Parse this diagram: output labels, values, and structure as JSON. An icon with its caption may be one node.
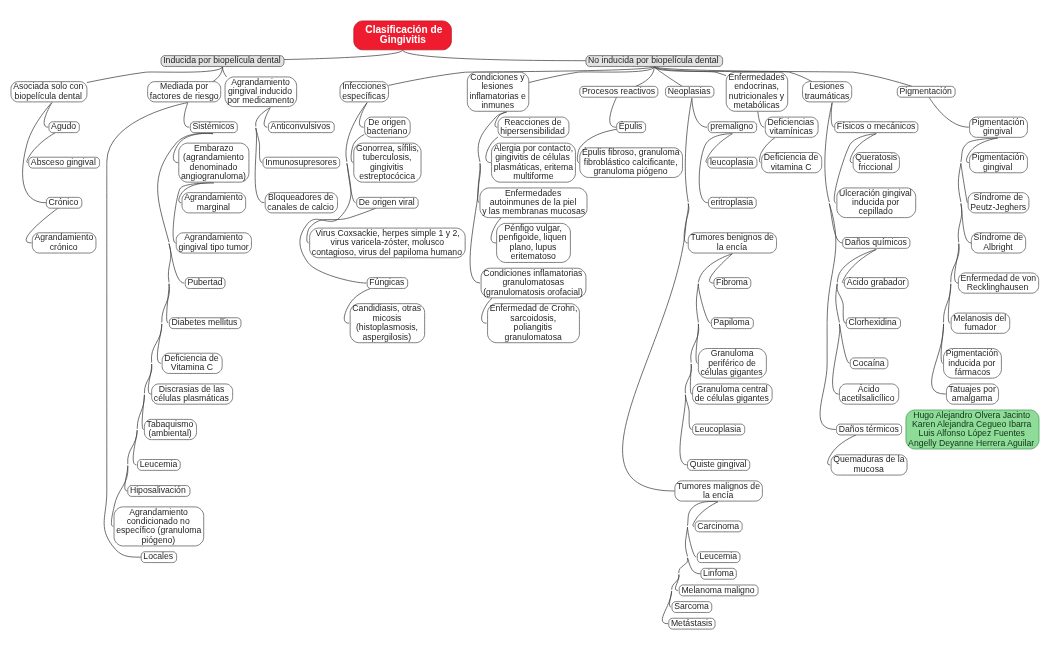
{
  "diagram": {
    "nodes": [
      {
        "text": [
          "Clasificación de Gingivitis"
        ]
      },
      {
        "text": [
          "Inducida por biopelícula dental"
        ]
      },
      {
        "text": [
          "Asociada solo con biopelícula dental"
        ]
      },
      {
        "text": [
          "Agudo"
        ]
      },
      {
        "text": [
          "Absceso gingival"
        ]
      },
      {
        "text": [
          "Crónico"
        ]
      },
      {
        "text": [
          "Agrandamiento crónico"
        ]
      },
      {
        "text": [
          "Mediada por factores de riesgo"
        ]
      },
      {
        "text": [
          "Sistémicos"
        ]
      },
      {
        "text": [
          "Embarazo (agrandamiento denominado angiogranuloma)"
        ]
      },
      {
        "text": [
          "Agrandamiento marginal"
        ]
      },
      {
        "text": [
          "Agrandamiento gingival tipo tumor"
        ]
      },
      {
        "text": [
          "Pubertad"
        ]
      },
      {
        "text": [
          "Diabetes mellitus"
        ]
      },
      {
        "text": [
          "Deficiencia de Vitamina C"
        ]
      },
      {
        "text": [
          "Discrasias de las células plasmáticas"
        ]
      },
      {
        "text": [
          "Tabaquismo (ambiental)"
        ]
      },
      {
        "text": [
          "Leucemia"
        ]
      },
      {
        "text": [
          "Hiposalivación"
        ]
      },
      {
        "text": [
          "Agrandamiento condicionado no específico (granuloma piógeno)"
        ]
      },
      {
        "text": [
          "Locales"
        ]
      },
      {
        "text": [
          "Agrandamiento gingival inducido por medicamento"
        ]
      },
      {
        "text": [
          "Anticonvulsivos"
        ]
      },
      {
        "text": [
          "Inmunosupresores"
        ]
      },
      {
        "text": [
          "Bloqueadores de canales de calcio"
        ]
      },
      {
        "text": [
          "No inducida por biopelícula dental"
        ]
      },
      {
        "text": [
          "Infecciones específicas"
        ]
      },
      {
        "text": [
          "De origen bacteriano"
        ]
      },
      {
        "text": [
          "Gonorrea, sífilis, tuberculosis, gingivitis estreptocócica"
        ]
      },
      {
        "text": [
          "De origen viral"
        ]
      },
      {
        "text": [
          "Virus Coxsackie, herpes simple 1 y 2, virus varicela-zóster, molusco contagioso, virus del papiloma humano"
        ]
      },
      {
        "text": [
          "Fúngicas"
        ]
      },
      {
        "text": [
          "Candidiasis, otras micosis (histoplasmosis, aspergilosis)"
        ]
      },
      {
        "text": [
          "Condiciones y lesiones inflamatorias e inmunes"
        ]
      },
      {
        "text": [
          "Reacciones de hipersensibilidad"
        ]
      },
      {
        "text": [
          "Alergia por contacto, gingivitis de células plasmáticas, eritema multiforme"
        ]
      },
      {
        "text": [
          "Enfermedades autoinmunes de la piel y las membranas mucosas"
        ]
      },
      {
        "text": [
          "Pénfigo vulgar, penfigoide, liquen plano, lupus eritematoso"
        ]
      },
      {
        "text": [
          "Condiciones inflamatorias granulomatosas (granulomatosis orofacial)"
        ]
      },
      {
        "text": [
          "Enfermedad de Crohn, sarcoidosis, poliangitis granulomatosa"
        ]
      },
      {
        "text": [
          "Procesos reactivos"
        ]
      },
      {
        "text": [
          "Épulis"
        ]
      },
      {
        "text": [
          "Épulis fibroso, granuloma fibroblástico calcificante, granuloma piógeno"
        ]
      },
      {
        "text": [
          "Neoplasias"
        ]
      },
      {
        "text": [
          "premaligno"
        ]
      },
      {
        "text": [
          "leucoplasia"
        ]
      },
      {
        "text": [
          "eritroplasia"
        ]
      },
      {
        "text": [
          "Tumores benignos de la encía"
        ]
      },
      {
        "text": [
          "Fibroma"
        ]
      },
      {
        "text": [
          "Papiloma"
        ]
      },
      {
        "text": [
          "Granuloma periférico de células gigantes"
        ]
      },
      {
        "text": [
          "Granuloma central de células gigantes"
        ]
      },
      {
        "text": [
          "Leucoplasia"
        ]
      },
      {
        "text": [
          "Quiste gingival"
        ]
      },
      {
        "text": [
          "Tumores malignos de la encía"
        ]
      },
      {
        "text": [
          "Carcinoma"
        ]
      },
      {
        "text": [
          "Leucemia"
        ]
      },
      {
        "text": [
          "Linfoma"
        ]
      },
      {
        "text": [
          "Melanoma maligno"
        ]
      },
      {
        "text": [
          "Sarcoma"
        ]
      },
      {
        "text": [
          "Metástasis"
        ]
      },
      {
        "text": [
          "Enfermedades endocrinas, nutricionales y metabólicas"
        ]
      },
      {
        "text": [
          "Deficiencias vitamínicas"
        ]
      },
      {
        "text": [
          "Deficiencia de vitamina C"
        ]
      },
      {
        "text": [
          "Lesiones traumáticas"
        ]
      },
      {
        "text": [
          "Físicos o mecánicos"
        ]
      },
      {
        "text": [
          "Queratosis friccional"
        ]
      },
      {
        "text": [
          "Ulceración gingival inducida por cepillado"
        ]
      },
      {
        "text": [
          "Daños químicos"
        ]
      },
      {
        "text": [
          "Ácido grabador"
        ]
      },
      {
        "text": [
          "Clorhexidina"
        ]
      },
      {
        "text": [
          "Cocaína"
        ]
      },
      {
        "text": [
          "Ácido acetilsalicílico"
        ]
      },
      {
        "text": [
          "Daños térmicos"
        ]
      },
      {
        "text": [
          "Quemaduras de la mucosa"
        ]
      },
      {
        "text": [
          "Pigmentación"
        ]
      },
      {
        "text": [
          "Pigmentación gingival"
        ]
      },
      {
        "text": [
          "Pigmentación gingival"
        ]
      },
      {
        "text": [
          "Síndrome de Peutz-Jeghers"
        ]
      },
      {
        "text": [
          "Síndrome de Albright"
        ]
      },
      {
        "text": [
          "Enfermedad de von Recklinghausen"
        ]
      },
      {
        "text": [
          "Melanosis del fumador"
        ]
      },
      {
        "text": [
          "Pigmentación inducida por fármacos"
        ]
      },
      {
        "text": [
          "Tatuajes por amalgama"
        ]
      },
      {
        "text": [
          "Hugo Alejandro Olvera Jacinto",
          "Karen Alejandra Cegueo Ibarra",
          "Luis Alfonso López Fuentes",
          "Angelly Deyanne Herrera Aguilar"
        ]
      }
    ],
    "edges": [
      {
        "from": 0,
        "to": 1,
        "arrow": "none"
      },
      {
        "from": 1,
        "to": 2,
        "arrow": "none"
      },
      {
        "from": 2,
        "to": 3,
        "arrow": "none"
      },
      {
        "from": 3,
        "to": 4,
        "arrow": "none"
      },
      {
        "from": 2,
        "to": 5,
        "arrow": "none"
      },
      {
        "from": 5,
        "to": 6,
        "arrow": "none"
      },
      {
        "from": 1,
        "to": 7,
        "arrow": "none"
      },
      {
        "from": 7,
        "to": 8,
        "arrow": "none"
      },
      {
        "from": 8,
        "to": 9,
        "arrow": "none"
      },
      {
        "from": 9,
        "to": 10,
        "arrow": "none"
      },
      {
        "from": 9,
        "to": 11,
        "arrow": "none"
      },
      {
        "from": 8,
        "to": 12,
        "arrow": "none"
      },
      {
        "from": 8,
        "to": 13,
        "arrow": "none"
      },
      {
        "from": 8,
        "to": 14,
        "arrow": "none"
      },
      {
        "from": 8,
        "to": 15,
        "arrow": "none"
      },
      {
        "from": 8,
        "to": 16,
        "arrow": "none"
      },
      {
        "from": 8,
        "to": 17,
        "arrow": "none"
      },
      {
        "from": 8,
        "to": 18,
        "arrow": "none"
      },
      {
        "from": 8,
        "to": 19,
        "arrow": "none"
      },
      {
        "from": 7,
        "to": 20,
        "arrow": "none"
      },
      {
        "from": 1,
        "to": 21,
        "arrow": "none"
      },
      {
        "from": 21,
        "to": 22,
        "arrow": "none"
      },
      {
        "from": 21,
        "to": 23,
        "arrow": "none"
      },
      {
        "from": 21,
        "to": 24,
        "arrow": "none"
      },
      {
        "from": 0,
        "to": 25,
        "arrow": "none"
      },
      {
        "from": 25,
        "to": 26,
        "arrow": "none"
      },
      {
        "from": 26,
        "to": 27,
        "arrow": "none"
      },
      {
        "from": 27,
        "to": 28,
        "arrow": "none"
      },
      {
        "from": 26,
        "to": 29,
        "arrow": "none"
      },
      {
        "from": 29,
        "to": 30,
        "arrow": "none"
      },
      {
        "from": 26,
        "to": 31,
        "arrow": "none"
      },
      {
        "from": 31,
        "to": 32,
        "arrow": "none"
      },
      {
        "from": 25,
        "to": 33,
        "arrow": "none"
      },
      {
        "from": 33,
        "to": 34,
        "arrow": "none"
      },
      {
        "from": 34,
        "to": 35,
        "arrow": "none"
      },
      {
        "from": 33,
        "to": 36,
        "arrow": "none"
      },
      {
        "from": 36,
        "to": 37,
        "arrow": "none"
      },
      {
        "from": 33,
        "to": 38,
        "arrow": "none"
      },
      {
        "from": 38,
        "to": 39,
        "arrow": "none"
      },
      {
        "from": 25,
        "to": 40,
        "arrow": "none"
      },
      {
        "from": 40,
        "to": 41,
        "arrow": "none"
      },
      {
        "from": 41,
        "to": 42,
        "arrow": "none"
      },
      {
        "from": 25,
        "to": 43,
        "arrow": "none"
      },
      {
        "from": 43,
        "to": 44,
        "arrow": "none"
      },
      {
        "from": 44,
        "to": 45,
        "arrow": "none"
      },
      {
        "from": 44,
        "to": 46,
        "arrow": "none"
      },
      {
        "from": 43,
        "to": 47,
        "arrow": "none"
      },
      {
        "from": 47,
        "to": 48,
        "arrow": "none"
      },
      {
        "from": 47,
        "to": 49,
        "arrow": "none"
      },
      {
        "from": 47,
        "to": 50,
        "arrow": "none"
      },
      {
        "from": 47,
        "to": 51,
        "arrow": "none"
      },
      {
        "from": 47,
        "to": 52,
        "arrow": "none"
      },
      {
        "from": 47,
        "to": 53,
        "arrow": "none"
      },
      {
        "from": 43,
        "to": 54,
        "arrow": "none"
      },
      {
        "from": 54,
        "to": 55,
        "arrow": "none"
      },
      {
        "from": 54,
        "to": 56,
        "arrow": "none"
      },
      {
        "from": 54,
        "to": 57,
        "arrow": "none"
      },
      {
        "from": 54,
        "to": 58,
        "arrow": "none"
      },
      {
        "from": 54,
        "to": 59,
        "arrow": "none"
      },
      {
        "from": 54,
        "to": 60,
        "arrow": "none"
      },
      {
        "from": 25,
        "to": 61,
        "arrow": "none"
      },
      {
        "from": 61,
        "to": 62,
        "arrow": "none"
      },
      {
        "from": 62,
        "to": 63,
        "arrow": "none"
      },
      {
        "from": 25,
        "to": 64,
        "arrow": "none"
      },
      {
        "from": 64,
        "to": 65,
        "arrow": "none"
      },
      {
        "from": 65,
        "to": 66,
        "arrow": "none"
      },
      {
        "from": 65,
        "to": 67,
        "arrow": "none"
      },
      {
        "from": 64,
        "to": 68,
        "arrow": "none"
      },
      {
        "from": 68,
        "to": 69,
        "arrow": "none"
      },
      {
        "from": 68,
        "to": 70,
        "arrow": "none"
      },
      {
        "from": 68,
        "to": 71,
        "arrow": "none"
      },
      {
        "from": 68,
        "to": 72,
        "arrow": "none"
      },
      {
        "from": 64,
        "to": 73,
        "arrow": "none"
      },
      {
        "from": 73,
        "to": 74,
        "arrow": "none"
      },
      {
        "from": 25,
        "to": 75,
        "arrow": "none"
      },
      {
        "from": 75,
        "to": 76,
        "arrow": "none"
      },
      {
        "from": 76,
        "to": 77,
        "arrow": "none"
      },
      {
        "from": 76,
        "to": 78,
        "arrow": "none"
      },
      {
        "from": 76,
        "to": 79,
        "arrow": "none"
      },
      {
        "from": 76,
        "to": 80,
        "arrow": "none"
      },
      {
        "from": 76,
        "to": 81,
        "arrow": "none"
      },
      {
        "from": 76,
        "to": 82,
        "arrow": "none"
      },
      {
        "from": 76,
        "to": 83,
        "arrow": "none"
      }
    ]
  }
}
